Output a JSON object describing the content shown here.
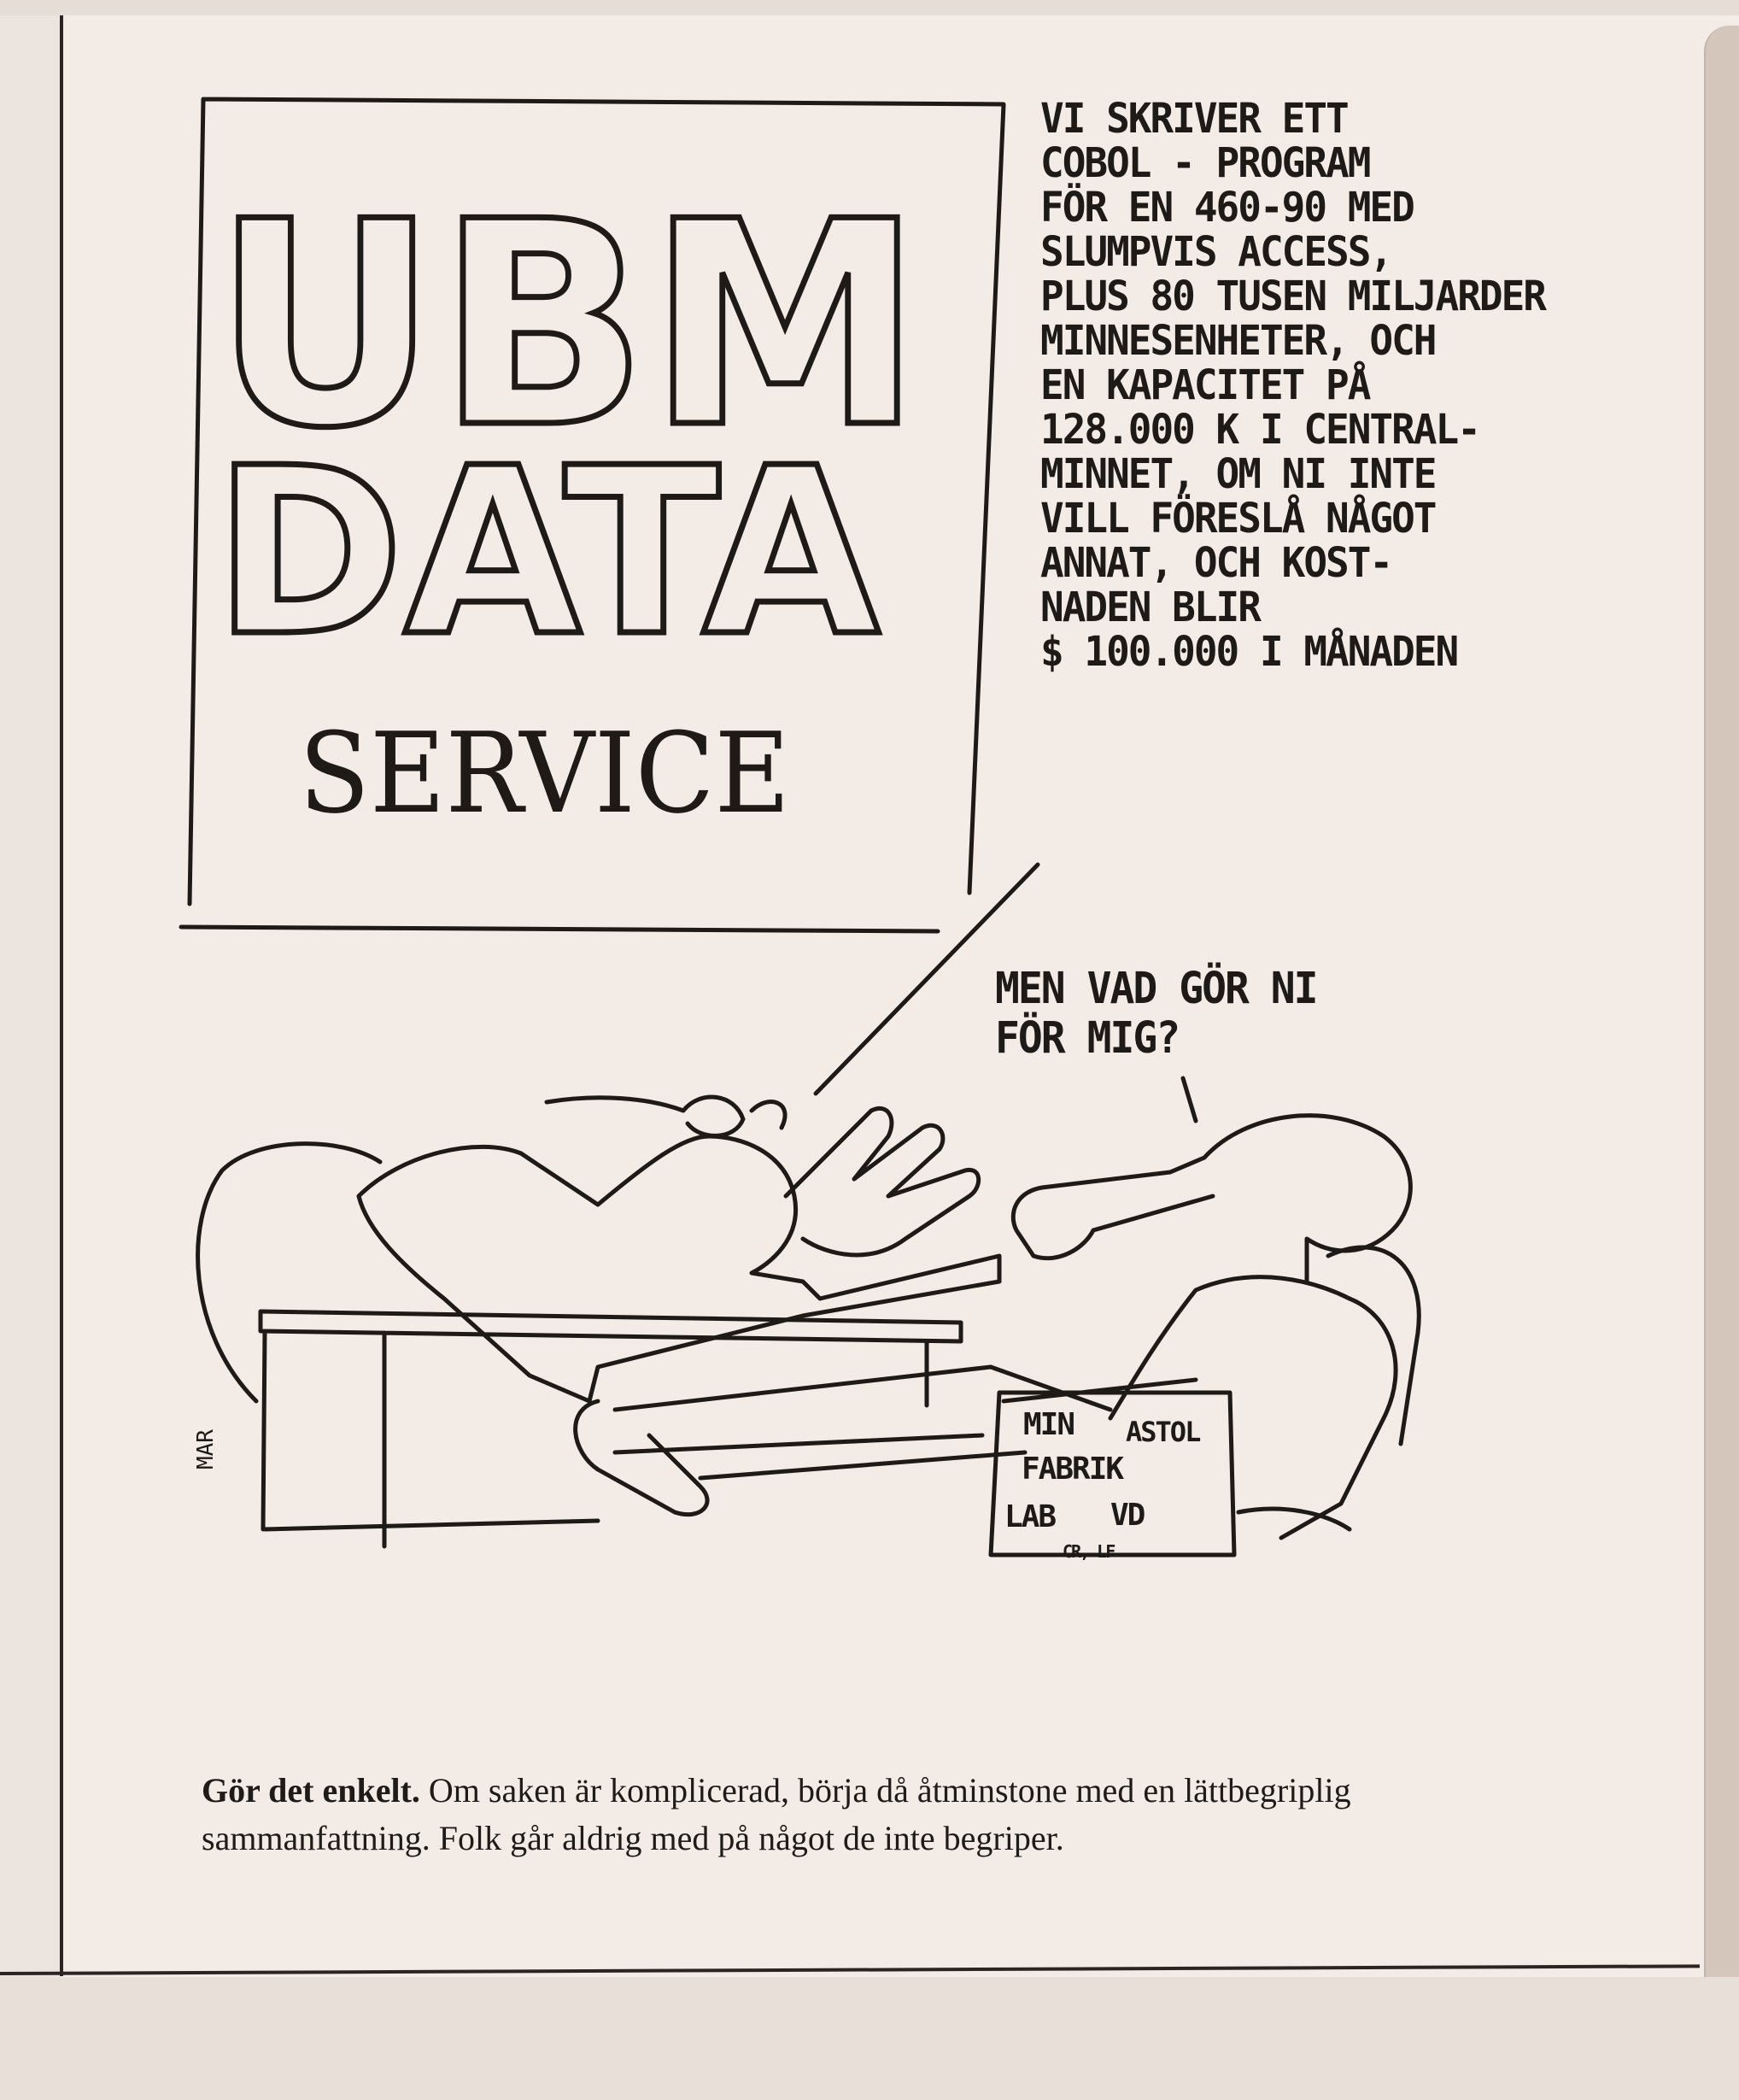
{
  "sign": {
    "line1": "UBM",
    "line2": "DATA",
    "line3": "SERVICE"
  },
  "speech": {
    "lines": [
      "VI SKRIVER ETT",
      "COBOL - PROGRAM",
      "FÖR EN 460-90 MED",
      "SLUMPVIS ACCESS,",
      "PLUS 80 TUSEN MILJARDER",
      "MINNESENHETER, OCH",
      "EN KAPACITET PÅ",
      "128.000 K I CENTRAL-",
      "MINNET, OM NI INTE",
      "VILL FÖRESLÅ NÅGOT",
      "ANNAT, OCH KOST-",
      "NADEN BLIR",
      "$ 100.000 I MÅNADEN"
    ]
  },
  "question": {
    "lines": [
      "MEN VAD GÖR NI",
      "FÖR MIG?"
    ]
  },
  "box": {
    "line1_a": "MIN",
    "line1_b": "ASTOL",
    "line2": "FABRIK",
    "line3_a": "LAB",
    "line3_b": "VD",
    "line3_c": "CR, LF"
  },
  "signature": "MAR",
  "caption": {
    "bold": "Gör det enkelt.",
    "text": " Om saken är komplicerad, börja då åtminstone med en lättbegriplig sammanfattning. Folk går aldrig med på något de inte begriper."
  },
  "colors": {
    "ink": "#1d1a18",
    "paper": "#f2ebe6"
  }
}
